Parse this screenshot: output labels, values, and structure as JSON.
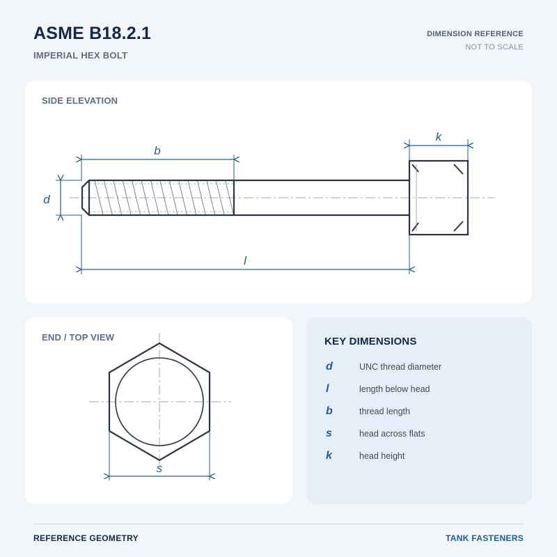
{
  "header": {
    "title": "ASME B18.2.1",
    "subtitle": "IMPERIAL HEX BOLT",
    "reference_label": "DIMENSION REFERENCE",
    "reference_note": "NOT TO SCALE"
  },
  "side_view": {
    "label": "SIDE ELEVATION",
    "dims": {
      "b": "b",
      "k": "k",
      "d": "d",
      "l": "l"
    }
  },
  "end_view": {
    "label": "END / TOP VIEW",
    "dims": {
      "s": "s"
    }
  },
  "key": {
    "title": "KEY DIMENSIONS",
    "items": [
      {
        "symbol": "d",
        "description": "UNC thread diameter"
      },
      {
        "symbol": "l",
        "description": "length below head"
      },
      {
        "symbol": "b",
        "description": "thread length"
      },
      {
        "symbol": "s",
        "description": "head across flats"
      },
      {
        "symbol": "k",
        "description": "head height"
      }
    ]
  },
  "footer": {
    "left": "REFERENCE GEOMETRY",
    "right": "TANK FASTENERS"
  },
  "colors": {
    "outline": "#2a3545",
    "dimension": "#1f5e98",
    "centerline": "#9aa8b8",
    "card_key_bg": "#e6eef8"
  }
}
